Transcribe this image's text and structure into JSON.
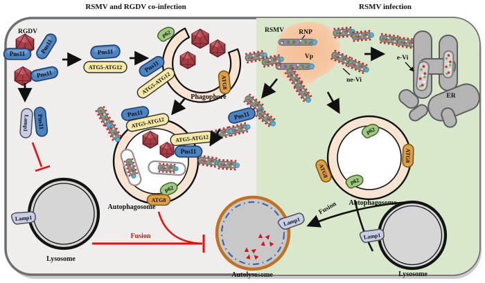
{
  "headers": {
    "left_title": "RSMV and RGDV co-infection",
    "right_title": "RSMV infection"
  },
  "proteins": {
    "pns11": "Pns11",
    "atg5_atg12": "ATG5-ATG12",
    "atg8": "ATG8",
    "p62": "p62",
    "lamp1": "Lamp1"
  },
  "labels": {
    "rgdv": "RGDV",
    "rsmv": "RSMV",
    "rnp": "RNP",
    "vp": "Vp",
    "ne_vi": "ne-Vi",
    "e_vi": "e-Vi",
    "er": "ER",
    "phagophore": "Phagophore",
    "autophagosome": "Autophagosome",
    "lysosome": "Lysosome",
    "autolysosome": "Autolysosome",
    "fusion": "Fusion"
  },
  "colors": {
    "left_bg": "#efeeec",
    "right_bg": "#d9e7ca",
    "cell_border": "#6e6e6e",
    "pns11_fill": "#4c83c3",
    "atg5_atg12_fill": "#f8eaa6",
    "atg8_fill": "#e0a042",
    "p62_fill": "#9fcb81",
    "lamp1_fill": "#c8cde8",
    "membrane_fill": "#f9e4d1",
    "rgdv_virus": "#a73e45",
    "vp_fill": "#f5c29b",
    "er_fill": "#b4b4b4",
    "lysosome_fill": "#d6d6d6",
    "autolysosome_border": "#c2711f",
    "dash_ring": "#3a66ad",
    "inhibition_red": "#e60f0f",
    "virion_body": "#8d8d8d",
    "virion_fringe": "#cc2222"
  }
}
